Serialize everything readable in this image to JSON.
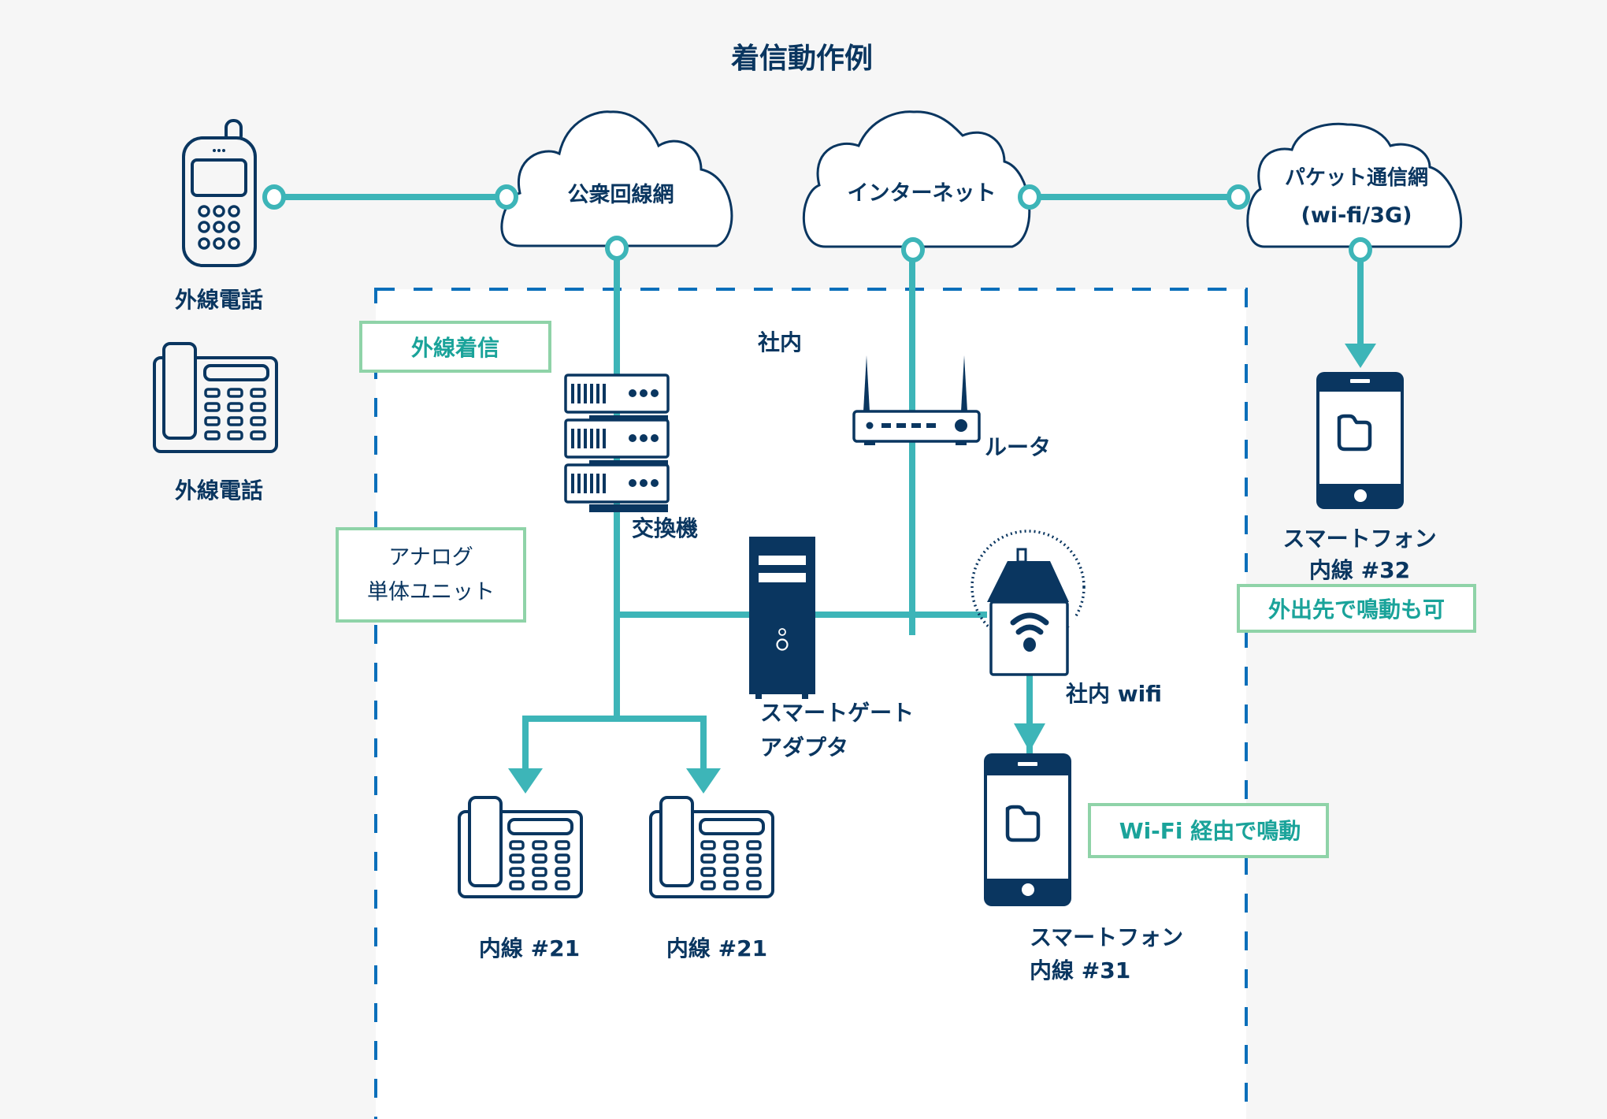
{
  "title": "着信動作例",
  "colors": {
    "navy": "#0a3660",
    "teal_line": "#3db5b8",
    "note_text": "#1aa39a",
    "note_border": "#8fd3a8",
    "office_border": "#0a6fba",
    "background": "#f6f6f6"
  },
  "clouds": {
    "public_network": {
      "label": "公衆回線網"
    },
    "internet": {
      "label": "インターネット"
    },
    "packet_network": {
      "line1": "パケット通信網",
      "line2": "(wi-fi/3G)"
    }
  },
  "external": {
    "mobile_phone_label": "外線電話",
    "desk_phone_label": "外線電話"
  },
  "office": {
    "label": "社内",
    "pbx_label": "交換機",
    "router_label": "ルータ",
    "adapter_line1": "スマートゲート",
    "adapter_line2": "アダプタ",
    "wifi_label": "社内 wifi",
    "extensions": [
      {
        "label": "内線 #21"
      },
      {
        "label": "内線 #21"
      }
    ],
    "smartphone_line1": "スマートフォン",
    "smartphone_line2": "内線 #31"
  },
  "remote_smartphone": {
    "line1": "スマートフォン",
    "line2": "内線 #32"
  },
  "notes": {
    "incoming": "外線着信",
    "analog_line1": "アナログ",
    "analog_line2": "単体ユニット",
    "wifi_ring": "Wi-Fi 経由で鳴動",
    "outside_ring": "外出先で鳴動も可"
  }
}
